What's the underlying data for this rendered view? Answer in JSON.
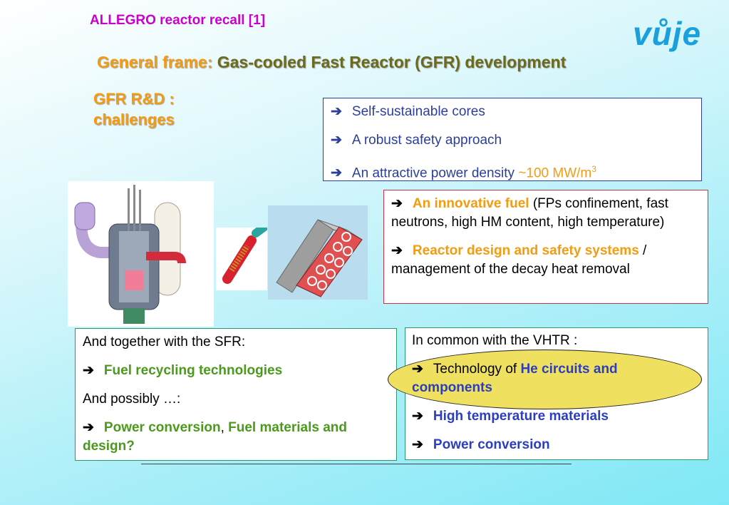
{
  "header": {
    "slide_title": "ALLEGRO reactor recall [1]",
    "logo_text": "vůje",
    "heading_key": "General frame:",
    "heading_value": "Gas-cooled Fast Reactor (GFR) development",
    "subheading": "GFR R&D : challenges"
  },
  "arrow": "➔",
  "challenges": {
    "items": [
      {
        "text": "Self-sustainable cores"
      },
      {
        "text": "A robust safety approach"
      },
      {
        "text": "An attractive power density ",
        "highlight": "~100 MW/m",
        "sup": "3"
      }
    ]
  },
  "fuel_box": {
    "item1_highlight": "An innovative fuel",
    "item1_text": " (FPs confinement, fast neutrons, high HM content, high temperature)",
    "item2_highlight": "Reactor design and safety systems",
    "item2_text": " / management of the decay heat removal"
  },
  "sfr_box": {
    "intro": "And together with the SFR:",
    "item1": "Fuel recycling technologies",
    "possibly": "And possibly …:",
    "item2_a": "Power conversion",
    "item2_sep": ", ",
    "item2_b": "Fuel materials and design?"
  },
  "vhtr_box": {
    "intro": "In common with the VHTR :",
    "item1_text": "Technology of ",
    "item1_highlight": "He circuits and components",
    "item2": "High temperature materials",
    "item3": "Power conversion"
  },
  "colors": {
    "title_magenta": "#cc00cc",
    "accent_orange": "#f39c12",
    "heading_olive": "#6b6b1e",
    "challenge_blue": "#2c3e9a",
    "sfr_green": "#4a9a1c",
    "vhtr_blue": "#2c3ec0",
    "ellipse_yellow": "#f0e060"
  }
}
